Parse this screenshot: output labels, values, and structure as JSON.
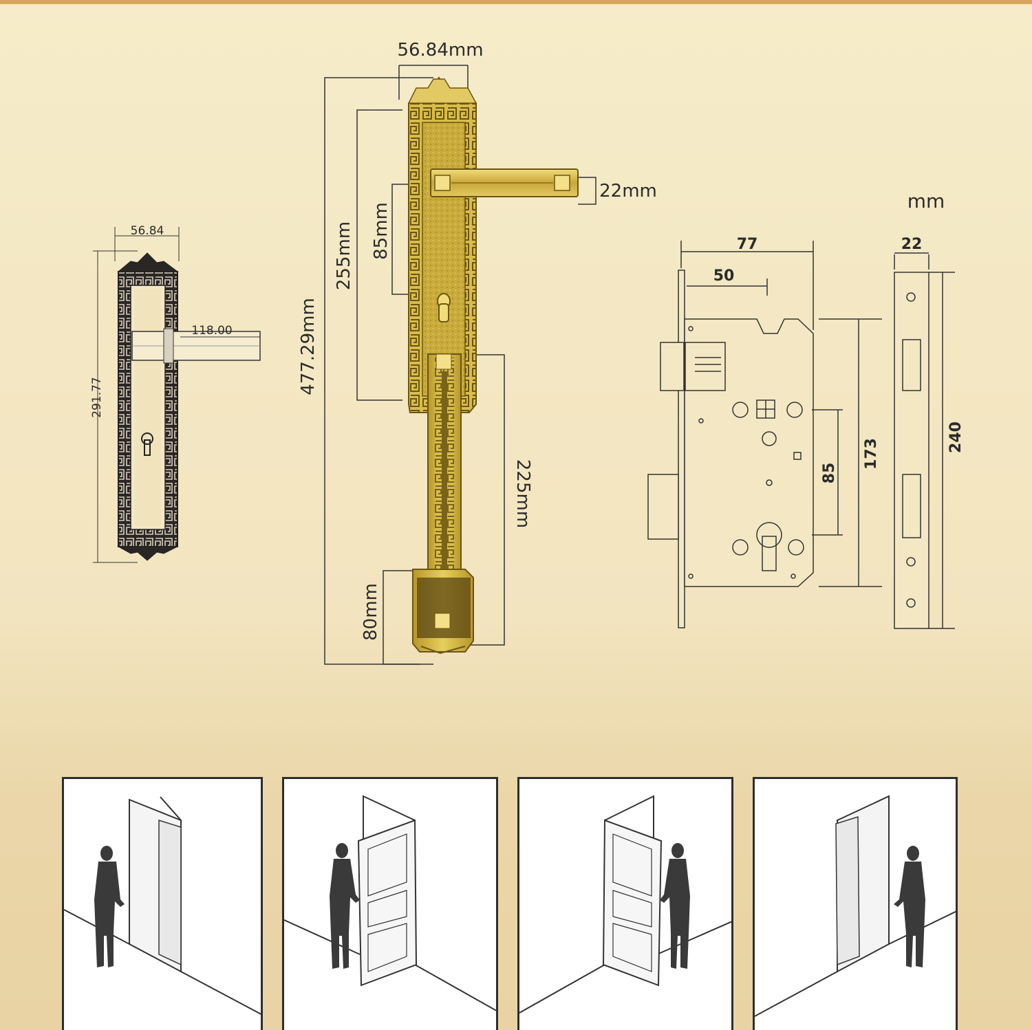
{
  "colors": {
    "background": "#f4e8c4",
    "brass": "#c9a834",
    "brass_dark": "#8a6f1c",
    "line": "#333333",
    "dark_plate": "#2a2623",
    "silhouette": "#3a3a3a"
  },
  "small_handle": {
    "width_label": "56.84",
    "height_label": "291.77",
    "lever_label": "118.00"
  },
  "main_handle": {
    "width_label": "56.84mm",
    "lever_thickness_label": "22mm",
    "total_height_label": "477.29mm",
    "upper_plate_label": "255mm",
    "lever_to_key_label": "85mm",
    "lower_part_label": "225mm",
    "bottom_block_label": "80mm"
  },
  "lock_body": {
    "unit_label": "mm",
    "width_label": "77",
    "backset_label": "50",
    "center_distance_label": "85",
    "body_height_label": "173",
    "faceplate_width_label": "22",
    "faceplate_height_label": "240"
  },
  "panels": [
    {
      "name": "door-swing-panel-1",
      "icon": "person-at-door-icon"
    },
    {
      "name": "door-swing-panel-2",
      "icon": "person-at-door-icon"
    },
    {
      "name": "door-swing-panel-3",
      "icon": "person-at-door-icon"
    },
    {
      "name": "door-swing-panel-4",
      "icon": "person-at-door-icon"
    }
  ]
}
